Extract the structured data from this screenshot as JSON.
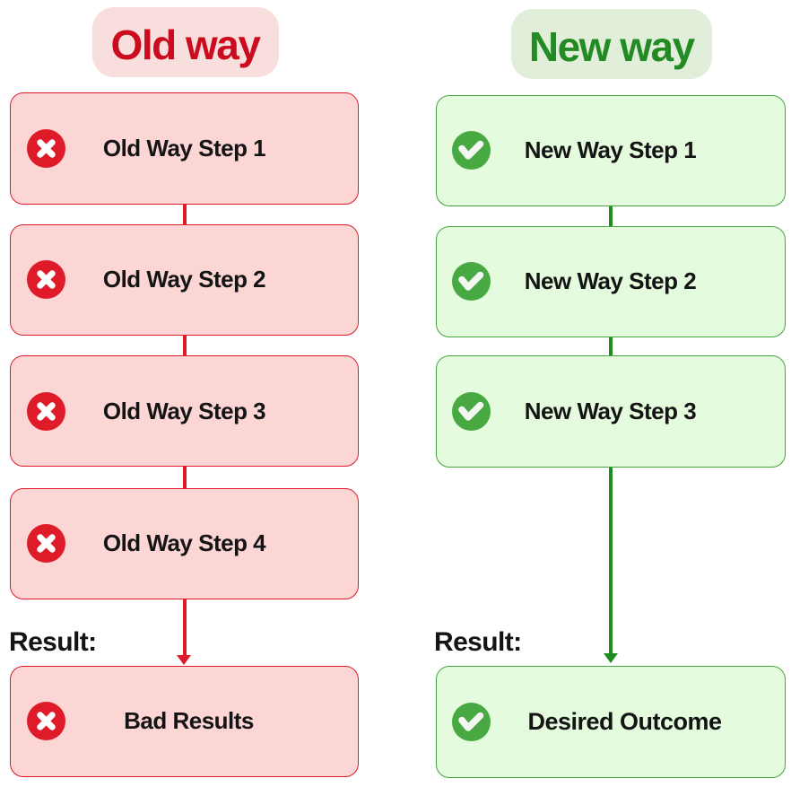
{
  "diagram": {
    "type": "comparison-flowchart",
    "old_way": {
      "title": "Old way",
      "steps": [
        {
          "label": "Old Way Step 1",
          "icon": "cross-icon"
        },
        {
          "label": "Old Way Step 2",
          "icon": "cross-icon"
        },
        {
          "label": "Old Way Step 3",
          "icon": "cross-icon"
        },
        {
          "label": "Old Way Step 4",
          "icon": "cross-icon"
        }
      ],
      "result_label": "Result:",
      "result": {
        "label": "Bad Results",
        "icon": "cross-icon"
      }
    },
    "new_way": {
      "title": "New way",
      "steps": [
        {
          "label": "New Way Step 1",
          "icon": "check-icon"
        },
        {
          "label": "New Way Step 2",
          "icon": "check-icon"
        },
        {
          "label": "New Way Step 3",
          "icon": "check-icon"
        }
      ],
      "result_label": "Result:",
      "result": {
        "label": "Desired Outcome",
        "icon": "check-icon"
      }
    },
    "colors": {
      "red_accent": "#e01b29",
      "red_title_text": "#ca0c1e",
      "red_box_fill": "#fcd5d5",
      "red_pill_fill": "#f9dede",
      "green_border": "#46a33e",
      "green_line": "#1f8c1f",
      "green_title_text": "#238b23",
      "green_box_fill": "#e4fbdd",
      "green_pill_fill": "#e1eeda",
      "green_icon_fill": "#48a943",
      "label_text": "#141414"
    }
  }
}
